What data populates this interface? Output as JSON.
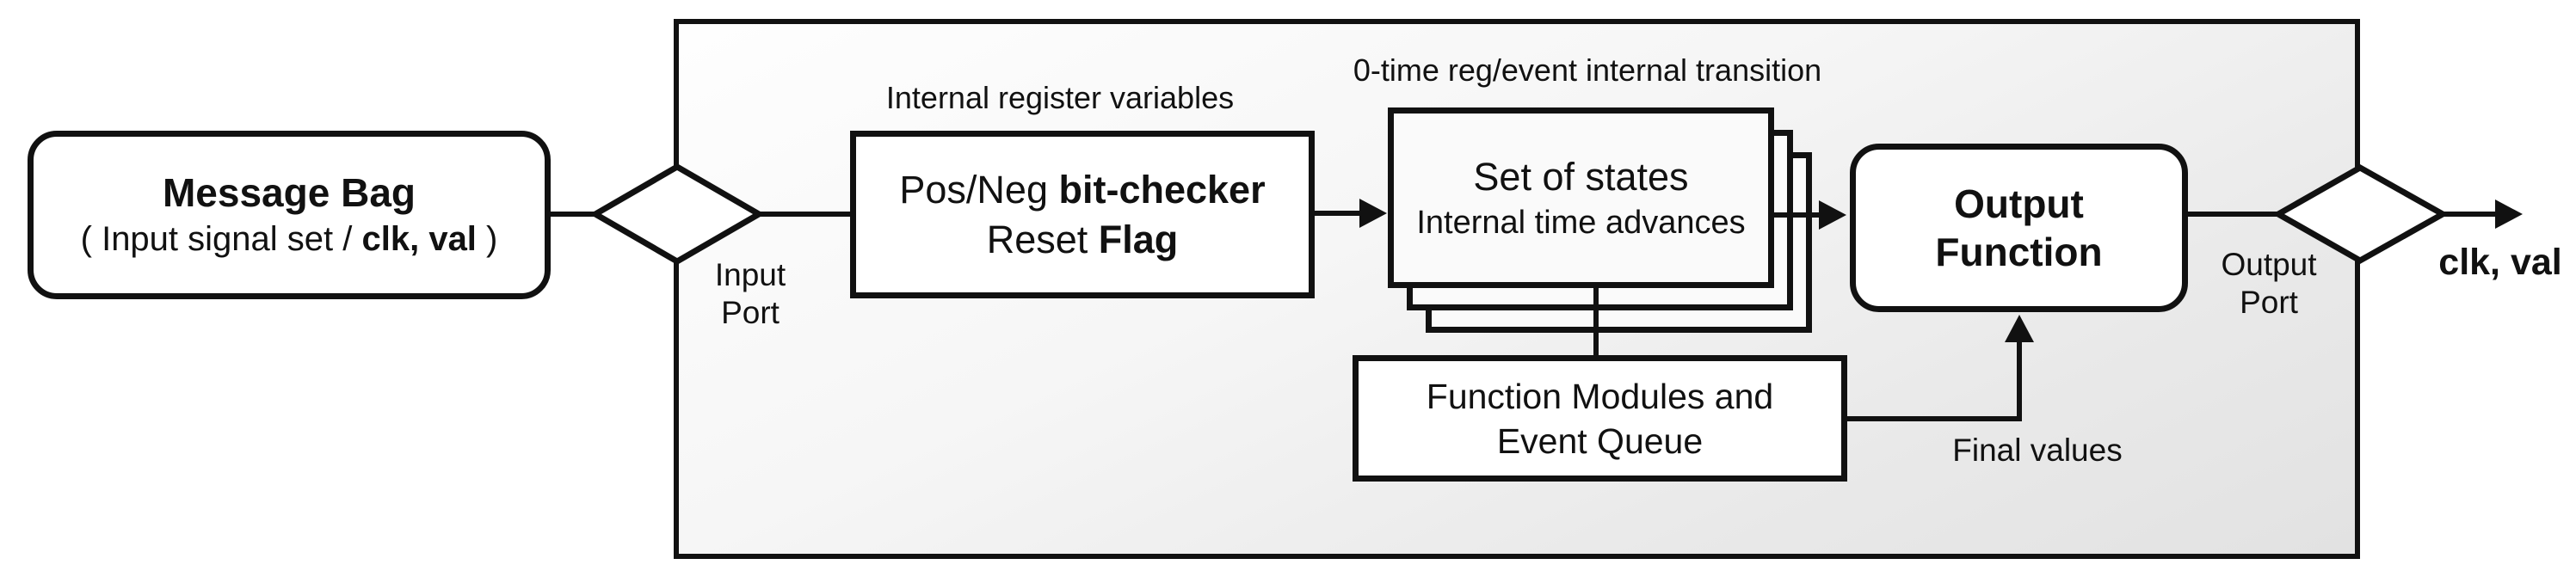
{
  "diagram": {
    "colors": {
      "stroke": "#111111",
      "box_fill": "#ffffff",
      "container_fill_top": "#fefefe",
      "container_fill_bottom": "#e2e2e2"
    },
    "message_bag": {
      "title": "Message Bag",
      "subtitle_prefix": "( Input signal set / ",
      "subtitle_bold": "clk, val",
      "subtitle_suffix": " )"
    },
    "input_port": {
      "line1": "Input",
      "line2": "Port"
    },
    "bit_checker": {
      "caption": "Internal register variables",
      "line1_normal": "Pos/Neg ",
      "line1_bold": "bit-checker",
      "line2_normal": "Reset ",
      "line2_bold": "Flag"
    },
    "states_stack": {
      "caption": "0-time reg/event internal transition",
      "line1": "Set of states",
      "line2": "Internal time advances"
    },
    "function_modules": {
      "line1": "Function Modules and",
      "line2": "Event Queue"
    },
    "final_values_label": "Final values",
    "output_function": {
      "line1": "Output",
      "line2": "Function"
    },
    "output_port": {
      "line1": "Output",
      "line2": "Port"
    },
    "output_signal": "clk, val"
  }
}
